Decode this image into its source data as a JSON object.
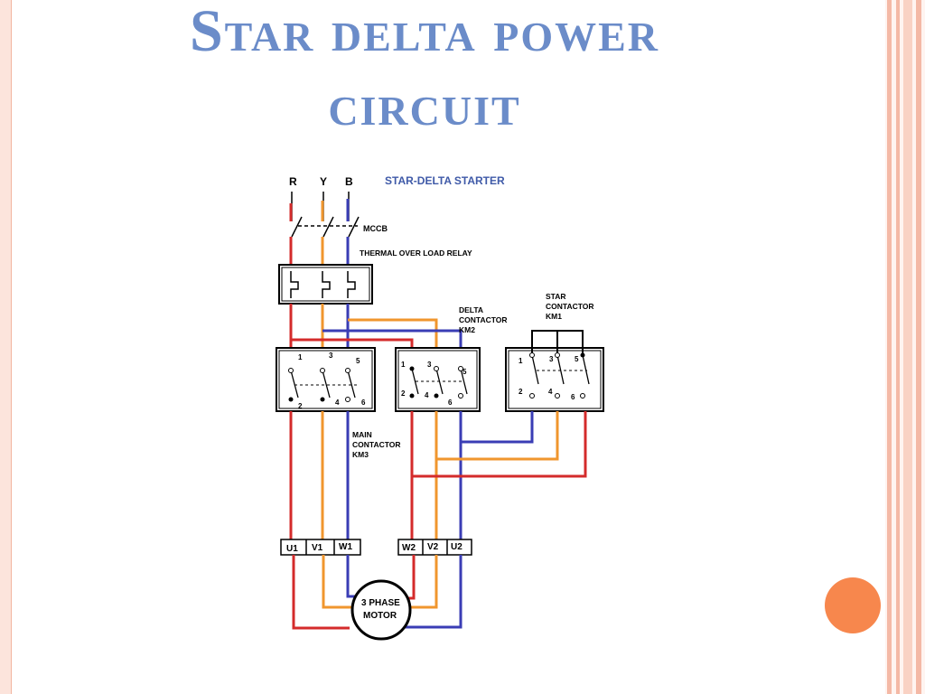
{
  "slide": {
    "title_line1": "Star delta power",
    "title_line2": "circuit"
  },
  "diagram": {
    "heading": "STAR-DELTA STARTER",
    "phases": [
      "R",
      "Y",
      "B"
    ],
    "mccb_label": "MCCB",
    "overload_label": "THERMAL OVER LOAD RELAY",
    "main_contactor": [
      "MAIN",
      "CONTACTOR",
      "KM3"
    ],
    "delta_contactor": [
      "DELTA",
      "CONTACTOR",
      "KM2"
    ],
    "star_contactor": [
      "STAR",
      "CONTACTOR",
      "KM1"
    ],
    "contact_numbers": [
      "1",
      "3",
      "5",
      "2",
      "4",
      "6"
    ],
    "terminals_left": [
      "U1",
      "V1",
      "W1"
    ],
    "terminals_right": [
      "W2",
      "V2",
      "U2"
    ],
    "motor_label": [
      "3 PHASE",
      "MOTOR"
    ]
  },
  "colors": {
    "title": "#6b8cc9",
    "heading": "#3f5aa8",
    "phase_r": "#d42b2b",
    "phase_y": "#f0962e",
    "phase_b": "#3a3db5",
    "accent_dot": "#f7874d",
    "border": "#f2b5a0"
  }
}
